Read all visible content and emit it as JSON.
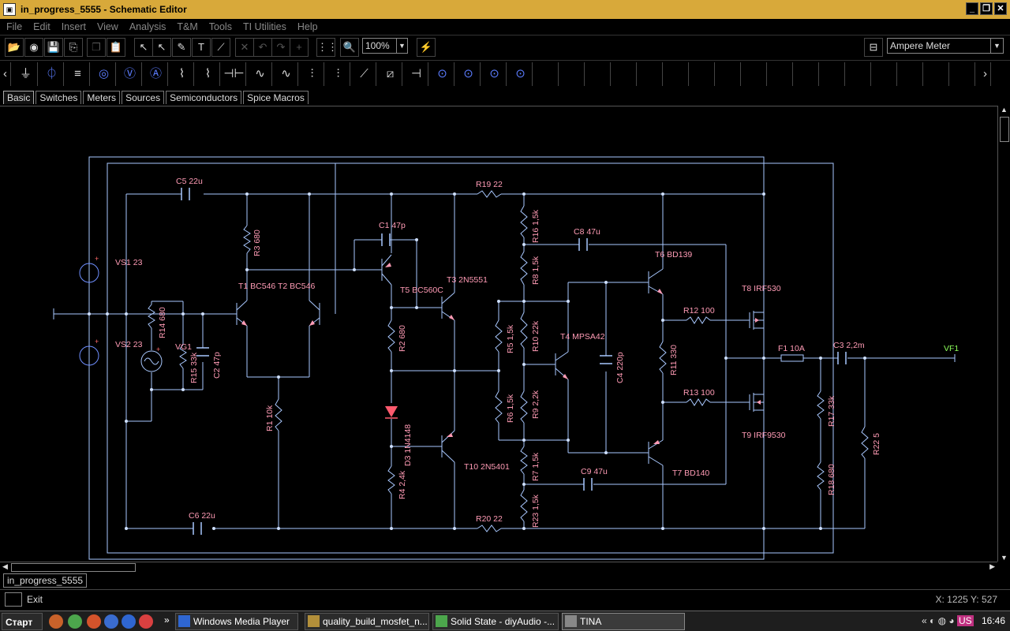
{
  "window": {
    "title": "in_progress_5555 - Schematic Editor",
    "app_icon": "tina-app-icon"
  },
  "menu": [
    "File",
    "Edit",
    "Insert",
    "View",
    "Analysis",
    "T&M",
    "Tools",
    "TI Utilities",
    "Help"
  ],
  "toolbar": {
    "zoom_value": "100%",
    "component_selector": "Ampere Meter"
  },
  "component_tabs": [
    "Basic",
    "Switches",
    "Meters",
    "Sources",
    "Semiconductors",
    "Spice Macros"
  ],
  "active_component_tab": "Basic",
  "document_tab": "in_progress_5555",
  "status": {
    "exit_label": "Exit",
    "coords": "X: 1225  Y: 527"
  },
  "taskbar": {
    "start": "Старт",
    "tasks": [
      "Windows Media Player",
      "quality_build_mosfet_n...",
      "Solid State - diyAudio -...",
      "TINA"
    ],
    "active_task": "TINA",
    "lang": "US",
    "clock": "16:46"
  },
  "schematic": {
    "wire_color": "#a9c8ff",
    "label_color": "#ff9bb5",
    "labels": {
      "c5": "C5 22u",
      "r19": "R19 22",
      "c1": "C1 47p",
      "r16": "R16 1,5k",
      "c8": "C8 47u",
      "vs1": "VS1 23",
      "r3": "R3 680",
      "t6": "T6 BD139",
      "r8": "R8 1,5k",
      "t1t2": "T1 BC546  T2 BC546",
      "t5": "T5 BC560C",
      "t3": "T3 2N5551",
      "t8": "T8 IRF530",
      "r14": "R14 680",
      "r12": "R12 100",
      "vs2": "VS2 23",
      "vg1": "VG1",
      "r5": "R5 1,5k",
      "r10": "R10 22k",
      "t4": "T4 MPSA42",
      "r2": "R2 680",
      "c4": "C4 220p",
      "r11": "R11 330",
      "f1": "F1 10A",
      "c3": "C3 2,2m",
      "vf1": "VF1",
      "r15": "R15 33k",
      "c2": "C2 47p",
      "r13": "R13 100",
      "r1": "R1 10k",
      "r6": "R6 1,5k",
      "r9": "R9 2,2k",
      "r17": "R17 33k",
      "d3": "D3 1N4148",
      "t9": "T9 IRF9530",
      "r22": "R22 5",
      "t10": "T10 2N5401",
      "r7": "R7 1,5k",
      "r4": "R4 2,4k",
      "c9": "C9 47u",
      "t7": "T7 BD140",
      "r18": "R18 680",
      "r23": "R23 1,5k",
      "c6": "C6 22u",
      "r20": "R20 22"
    }
  }
}
